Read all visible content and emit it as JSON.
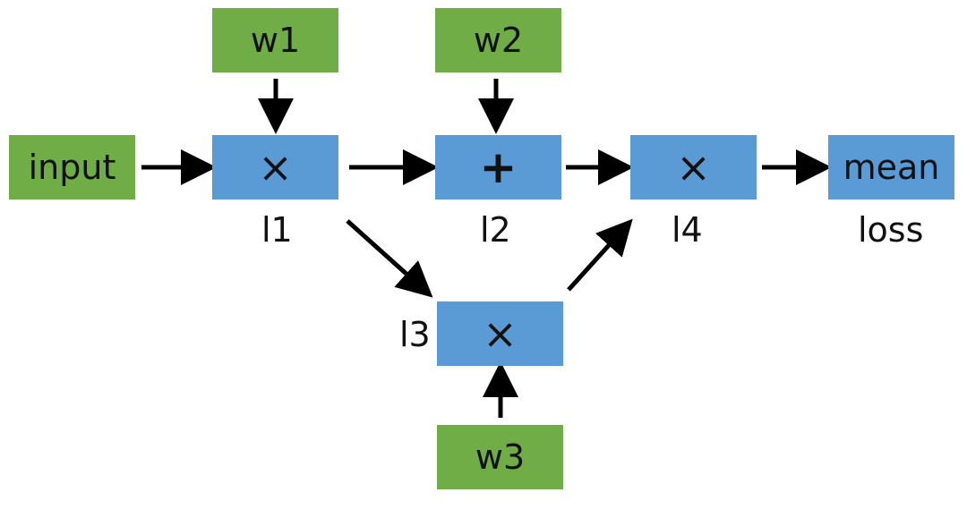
{
  "colors": {
    "weight_box": "#70ad47",
    "op_box": "#5b9bd5",
    "arrow": "#000000",
    "text": "#111111"
  },
  "nodes": {
    "w1": {
      "text": "w1"
    },
    "w2": {
      "text": "w2"
    },
    "w3": {
      "text": "w3"
    },
    "input": {
      "text": "input"
    },
    "l1": {
      "symbol": "×"
    },
    "l2": {
      "symbol": "+"
    },
    "l3": {
      "symbol": "×"
    },
    "l4": {
      "symbol": "×"
    },
    "loss": {
      "text": "mean"
    }
  },
  "labels": {
    "l1": "l1",
    "l2": "l2",
    "l3": "l3",
    "l4": "l4",
    "loss": "loss"
  },
  "edges": [
    {
      "from": "input",
      "to": "l1"
    },
    {
      "from": "w1",
      "to": "l1"
    },
    {
      "from": "l1",
      "to": "l2"
    },
    {
      "from": "w2",
      "to": "l2"
    },
    {
      "from": "l1",
      "to": "l3"
    },
    {
      "from": "w3",
      "to": "l3"
    },
    {
      "from": "l2",
      "to": "l4"
    },
    {
      "from": "l3",
      "to": "l4"
    },
    {
      "from": "l4",
      "to": "loss"
    }
  ]
}
